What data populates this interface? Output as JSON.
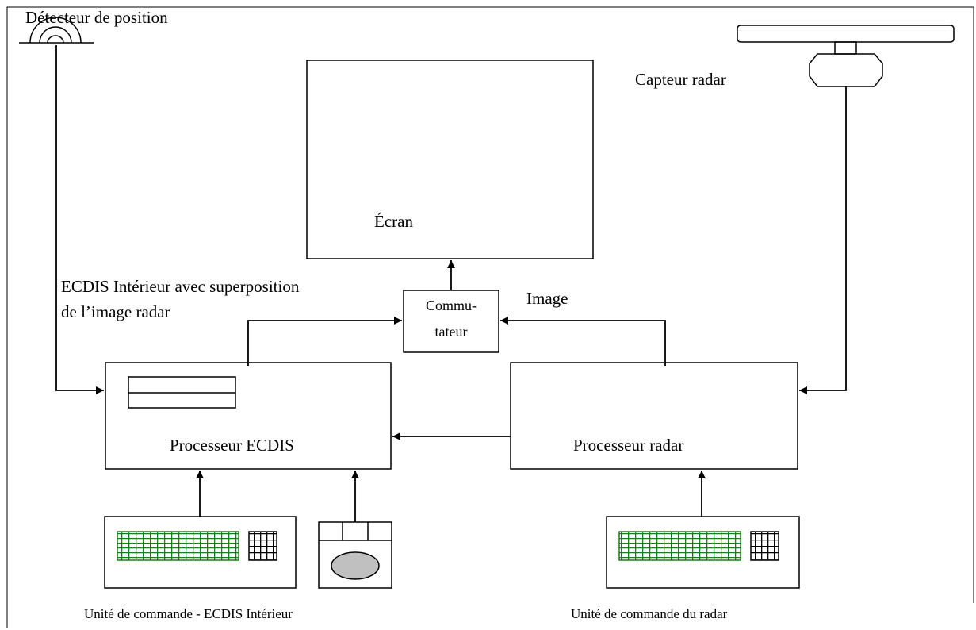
{
  "labels": {
    "position_detector": "Détecteur de position",
    "radar_sensor": "Capteur radar",
    "screen": "Écran",
    "ecdis_overlay_line1": "ECDIS Intérieur avec superposition",
    "ecdis_overlay_line2": "de l’image radar",
    "switch_line1": "Commu-",
    "switch_line2": "tateur",
    "image": "Image",
    "ecdis_processor": "Processeur ECDIS",
    "radar_processor": "Processeur radar",
    "ecdis_control_unit": "Unité de commande - ECDIS Intérieur",
    "radar_control_unit": "Unité de commande du radar"
  },
  "icons": {
    "position_detector": "dome-antenna-icon",
    "radar_sensor": "radar-antenna-icon",
    "ecdis_keyboard": "keyboard-icon",
    "radar_keyboard": "keyboard-icon",
    "trackball": "trackball-icon"
  },
  "colors": {
    "line": "#000000",
    "keyboard_keys": "#1e7a1e",
    "keypad_keys": "#000000",
    "trackball_fill": "#c0c0c0"
  }
}
